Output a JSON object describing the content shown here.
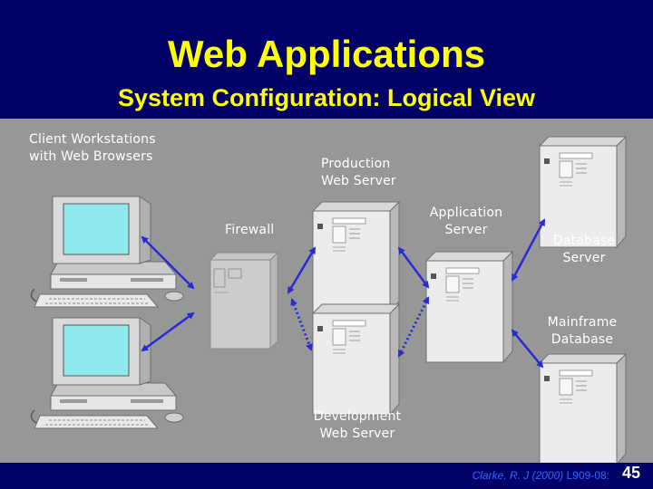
{
  "header": {
    "title": "Web Applications",
    "subtitle": "System Configuration: Logical View"
  },
  "labels": {
    "clients_line1": "Client Workstations",
    "clients_line2": "with Web Browsers",
    "production_line1": "Production",
    "production_line2": "Web Server",
    "firewall": "Firewall",
    "appserver_line1": "Application",
    "appserver_line2": "Server",
    "database_line1": "Database",
    "database_line2": "Server",
    "mainframe_line1": "Mainframe",
    "mainframe_line2": "Database",
    "development_line1": "Development",
    "development_line2": "Web Server"
  },
  "footer": {
    "citation": "Clarke, R. J (2000)",
    "code": "L909-08:",
    "page": "45"
  },
  "colors": {
    "background": "#000066",
    "panel": "#979797",
    "title": "#ffff00",
    "arrow": "#2b2bd6",
    "citation": "#3366ff",
    "screen": "#8ee8ee"
  }
}
